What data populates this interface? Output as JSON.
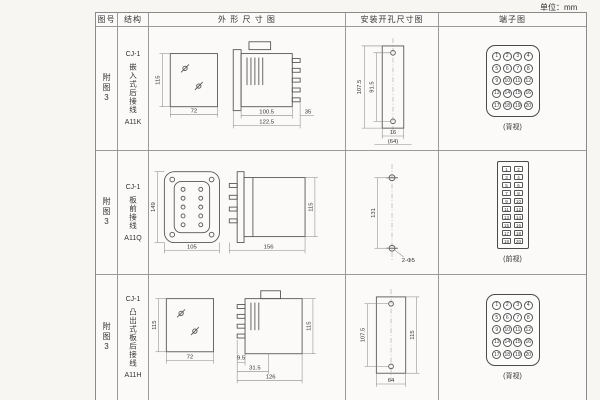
{
  "unit_label": "单位：mm",
  "headers": {
    "fig": "图号",
    "structure": "结构",
    "outline": "外 形 尺 寸 图",
    "mounting": "安装开孔尺寸图",
    "terminal": "端子图"
  },
  "rows": [
    {
      "fig": "附图3",
      "model": "CJ-1",
      "type": "嵌入式后接线",
      "code": "A11K",
      "outline": {
        "height": "115",
        "width": "72",
        "body": "100.5",
        "total": "122.5",
        "stud": "35"
      },
      "mount": {
        "outer": "107.5",
        "holes": "91.5",
        "w1": "16",
        "w2": "(64)"
      },
      "terminal_label": "(背视)"
    },
    {
      "fig": "附图3",
      "model": "CJ-1",
      "type": "板前接线",
      "code": "A11Q",
      "outline": {
        "height": "149",
        "width": "105",
        "body": "156",
        "side_h": "115"
      },
      "mount": {
        "spacing": "131",
        "holes": "2-Φ5"
      },
      "terminal_label": "(前视)"
    },
    {
      "fig": "附图3",
      "model": "CJ-1",
      "type": "凸出式板后接线",
      "code": "A11H",
      "outline": {
        "height": "115",
        "width": "72",
        "stud": "9.5",
        "mid": "31.5",
        "total": "126",
        "side_h": "115"
      },
      "mount": {
        "outer": "107.5",
        "side": "115",
        "w1": "64"
      },
      "terminal_label": "(背视)"
    }
  ],
  "terminals": {
    "rear": [
      "1",
      "2",
      "3",
      "4",
      "5",
      "6",
      "7",
      "8",
      "9",
      "10",
      "11",
      "12",
      "13",
      "14",
      "15",
      "16",
      "17",
      "18",
      "19",
      "20"
    ],
    "front": [
      "1",
      "2",
      "3",
      "4",
      "5",
      "6",
      "7",
      "8",
      "9",
      "10",
      "11",
      "12",
      "13",
      "14",
      "15",
      "16",
      "17",
      "18",
      "19",
      "20"
    ]
  }
}
